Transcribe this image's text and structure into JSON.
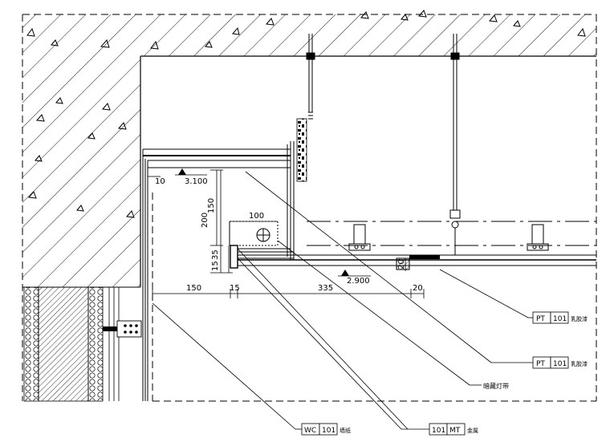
{
  "elevations": {
    "ceiling_upper": "3.100",
    "ceiling_lower": "2.900"
  },
  "dimensions": {
    "d10": "10",
    "d150_vertical": "150",
    "d200": "200",
    "d100": "100",
    "d35": "35",
    "d15_vertical": "15",
    "d150_horizontal": "150",
    "d15_horizontal": "15",
    "d335": "335",
    "d20_bottom": "20",
    "d20_small": "20"
  },
  "callouts": [
    {
      "code1": "PT",
      "code2": "101",
      "desc": "乳胶漆"
    },
    {
      "code1": "PT",
      "code2": "101",
      "desc": "乳胶漆"
    },
    {
      "code1": "",
      "code2": "",
      "desc": "暗藏灯带"
    },
    {
      "code1": "WC",
      "code2": "101",
      "desc": "墙纸"
    },
    {
      "code1": "101",
      "code2": "MT",
      "desc": "金属"
    }
  ]
}
